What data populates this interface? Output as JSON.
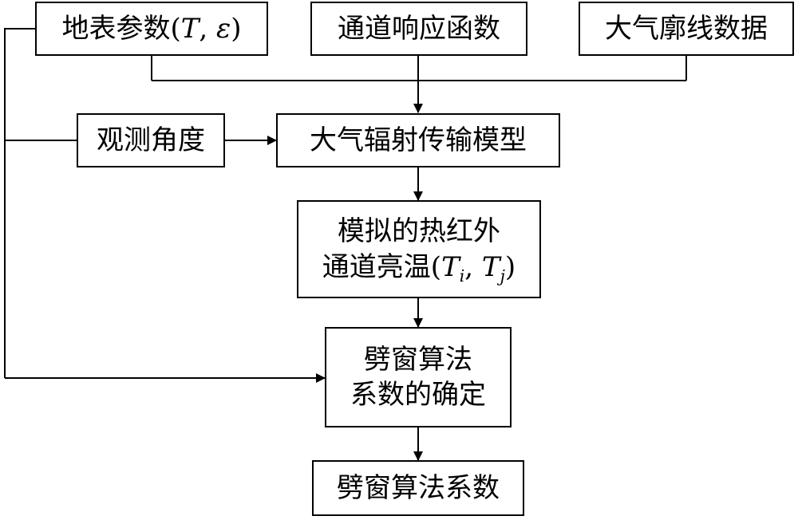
{
  "nodes": {
    "surface_params": {
      "prefix": "地表参数(",
      "var1": "T",
      "sep": ", ",
      "var2": "ε",
      "suffix": ")"
    },
    "channel_response": {
      "label": "通道响应函数"
    },
    "atmos_profile": {
      "label": "大气廓线数据"
    },
    "view_angle": {
      "label": "观测角度"
    },
    "rt_model": {
      "label": "大气辐射传输模型"
    },
    "sim_brightness": {
      "line1": "模拟的热红外",
      "line2_prefix": "通道亮温(",
      "var1": "T",
      "sub1": "i",
      "sep": ", ",
      "var2": "T",
      "sub2": "j",
      "suffix": ")"
    },
    "coeff_determination": {
      "line1": "劈窗算法",
      "line2": "系数的确定"
    },
    "split_window_coeff": {
      "label": "劈窗算法系数"
    }
  },
  "colors": {
    "stroke": "#000000",
    "background": "#ffffff"
  }
}
